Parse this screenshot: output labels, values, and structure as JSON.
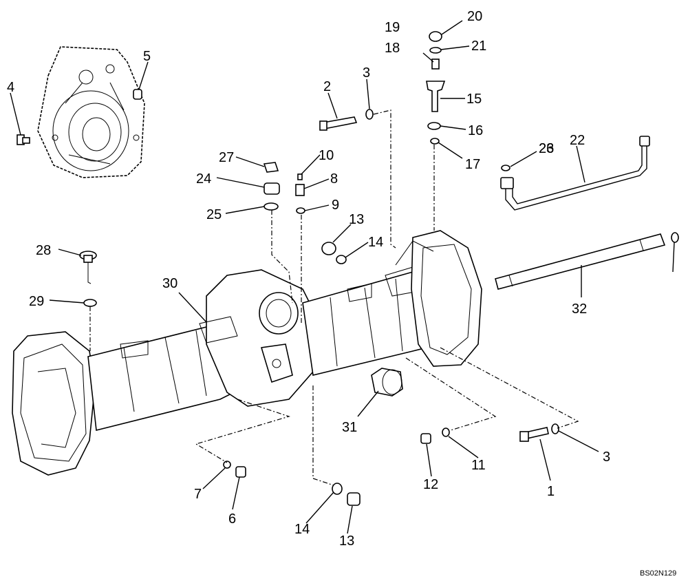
{
  "diagram": {
    "reference_code": "BS02N129",
    "callouts": [
      {
        "id": "c1",
        "label": "1"
      },
      {
        "id": "c2",
        "label": "2"
      },
      {
        "id": "c3a",
        "label": "3"
      },
      {
        "id": "c3b",
        "label": "3"
      },
      {
        "id": "c4",
        "label": "4"
      },
      {
        "id": "c5",
        "label": "5"
      },
      {
        "id": "c6",
        "label": "6"
      },
      {
        "id": "c7",
        "label": "7"
      },
      {
        "id": "c8",
        "label": "8"
      },
      {
        "id": "c9",
        "label": "9"
      },
      {
        "id": "c10",
        "label": "10"
      },
      {
        "id": "c11",
        "label": "11"
      },
      {
        "id": "c12",
        "label": "12"
      },
      {
        "id": "c13a",
        "label": "13"
      },
      {
        "id": "c13b",
        "label": "13"
      },
      {
        "id": "c14a",
        "label": "14"
      },
      {
        "id": "c14b",
        "label": "14"
      },
      {
        "id": "c15",
        "label": "15"
      },
      {
        "id": "c16",
        "label": "16"
      },
      {
        "id": "c17",
        "label": "17"
      },
      {
        "id": "c18",
        "label": "18"
      },
      {
        "id": "c19",
        "label": "19"
      },
      {
        "id": "c20",
        "label": "20"
      },
      {
        "id": "c21",
        "label": "21"
      },
      {
        "id": "c22",
        "label": "22"
      },
      {
        "id": "c23",
        "label": "23"
      },
      {
        "id": "c24",
        "label": "24"
      },
      {
        "id": "c25",
        "label": "25"
      },
      {
        "id": "c26",
        "label": "26"
      },
      {
        "id": "c27",
        "label": "27"
      },
      {
        "id": "c28",
        "label": "28"
      },
      {
        "id": "c29",
        "label": "29"
      },
      {
        "id": "c30",
        "label": "30"
      },
      {
        "id": "c31",
        "label": "31"
      },
      {
        "id": "c32",
        "label": "32"
      }
    ]
  }
}
